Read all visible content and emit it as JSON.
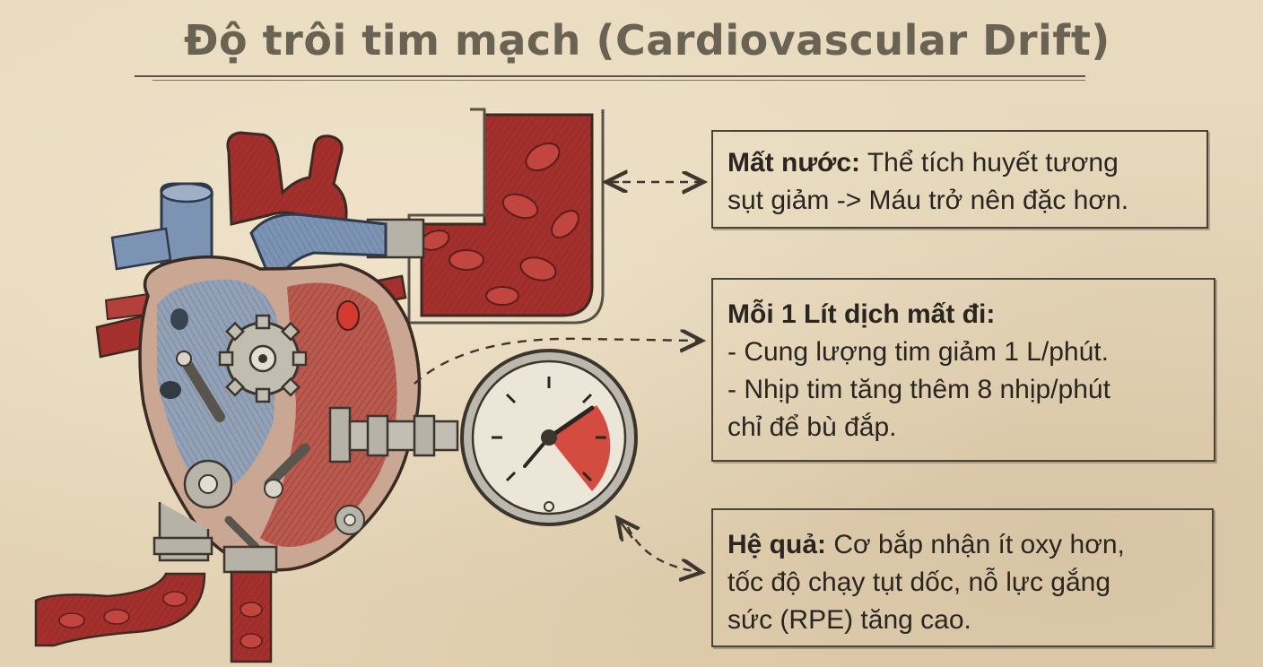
{
  "title": "Độ trôi tim mạch (Cardiovascular Drift)",
  "boxes": {
    "dehydration": {
      "heading": "Mất nước:",
      "line1_rest": " Thể tích huyết tương",
      "line2": "sụt giảm -> Máu trở nên đặc hơn."
    },
    "per_liter": {
      "heading": "Mỗi 1 Lít dịch mất đi:",
      "line1": "- Cung lượng tim giảm 1 L/phút.",
      "line2": "- Nhịp tim tăng thêm 8 nhịp/phút",
      "line3": "chỉ để bù đắp."
    },
    "consequence": {
      "heading": "Hệ quả:",
      "line1_rest": " Cơ bắp nhận ít oxy hơn,",
      "line2": "tốc độ chạy tụt dốc, nỗ lực gắng",
      "line3": "sức (RPE) tăng cao."
    }
  },
  "colors": {
    "paper": "#e6d6b8",
    "ink": "#2a2520",
    "blood_red": "#9e2a2a",
    "vein_blue": "#6f86a8",
    "gauge_red": "#d23a30",
    "metal": "#b4b0a6"
  },
  "icons": [
    "heart-illustration",
    "blood-vessel-illustration",
    "pressure-gauge-icon",
    "gear-icon"
  ]
}
